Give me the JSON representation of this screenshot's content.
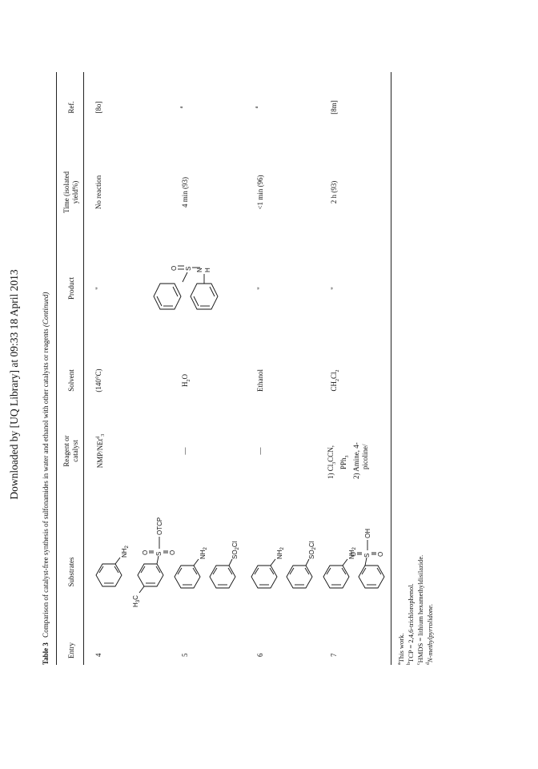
{
  "download_note": "Downloaded by [UQ Library] at 09:33 18 April 2013",
  "caption": {
    "label": "Table 3",
    "text": "Comparison of catalyst-free synthesis of sulfonamides in water and ethanol with other catalysts or reagents",
    "suffix": "(Continued)"
  },
  "headers": {
    "entry": "Entry",
    "substrates": "Substrates",
    "reagent_1": "Reagent or",
    "reagent_2": "catalyst",
    "solvent": "Solvent",
    "product": "Product",
    "time_1": "Time (isolated",
    "time_2": "yield%)",
    "ref": "Ref."
  },
  "rows": [
    {
      "entry": "4",
      "reagent": "NMP/NEt",
      "reagent_sup": "d",
      "reagent_sub": "3",
      "solvent": "(140°C)",
      "product": "\"",
      "time": "No reaction",
      "ref": "[8o]"
    },
    {
      "entry": "5",
      "reagent": "—",
      "solvent": "H",
      "solvent_sub": "2",
      "solvent_tail": "O",
      "product": "",
      "time": "4 min (93)",
      "ref": "a"
    },
    {
      "entry": "6",
      "reagent": "—",
      "solvent": "Ethanol",
      "product": "\"",
      "time": "<1 min (96)",
      "ref": "a"
    },
    {
      "entry": "7",
      "reagent_l1": "1) Cl",
      "reagent_l1_sub": "3",
      "reagent_l1_tail": "CCN,",
      "reagent_l2": "PPh",
      "reagent_l2_sub": "3",
      "reagent_l3": "2) Amine, 4-",
      "reagent_l4": "picoline/",
      "solvent": "CH",
      "solvent_sub": "2",
      "solvent_mid": "Cl",
      "solvent_sub2": "2",
      "product": "\"",
      "time": "2 h (93)",
      "ref": "[8m]"
    }
  ],
  "structure_labels": {
    "nh2": "NH",
    "two": "2",
    "otcp": "OTCP",
    "s": "S",
    "o": "O",
    "h3c": "H",
    "h3c_3": "3",
    "h3c_c": "C",
    "so2cl": "SO",
    "cl": "Cl",
    "oh": "OH",
    "hn": "H",
    "n": "N"
  },
  "footnotes": [
    {
      "mark": "a",
      "text": "This work."
    },
    {
      "mark": "b",
      "text": "TCP = 2,4,6-trichlorophenol."
    },
    {
      "mark": "c",
      "text": "HMDS = lithium hexamethyldisilazide."
    },
    {
      "mark": "d",
      "text": "N-methylpyrrolidone."
    }
  ]
}
